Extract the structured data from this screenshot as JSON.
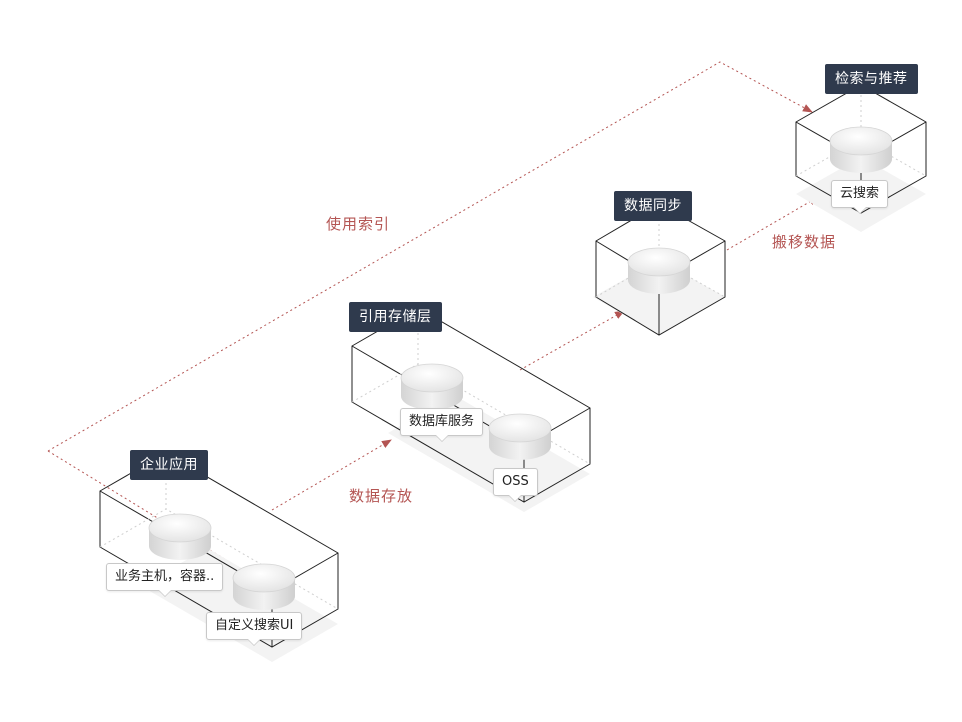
{
  "stages": {
    "enterprise": {
      "title": "企业应用",
      "items": [
        "业务主机，容器..",
        "自定义搜索UI"
      ]
    },
    "storage": {
      "title": "引用存储层",
      "items": [
        "数据库服务",
        "OSS"
      ]
    },
    "sync": {
      "title": "数据同步"
    },
    "search": {
      "title": "检索与推荐",
      "items": [
        "云搜索"
      ]
    }
  },
  "arrows": {
    "store_data": "数据存放",
    "migrate_data": "搬移数据",
    "use_index": "使用索引"
  },
  "colors": {
    "arrow": "#b45553",
    "label_bg": "#2f3a4d"
  }
}
